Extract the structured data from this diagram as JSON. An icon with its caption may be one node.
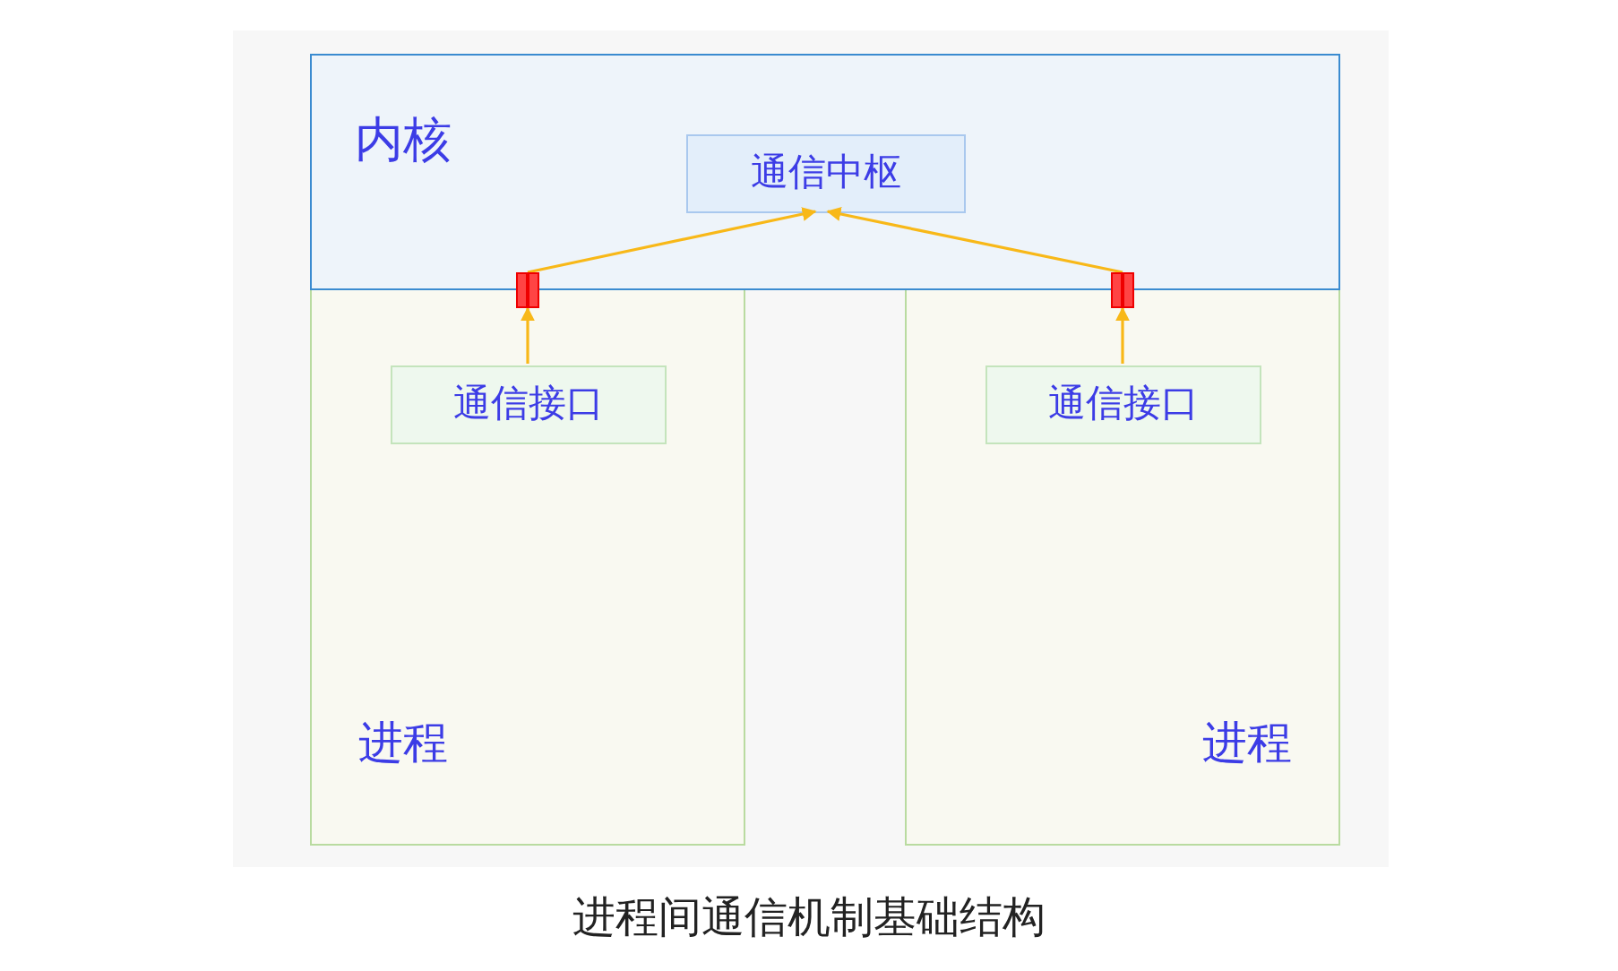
{
  "diagram": {
    "caption": "进程间通信机制基础结构",
    "nodes": [
      {
        "text": [
          "内核"
        ]
      },
      {
        "text": [
          "通信中枢"
        ],
        "in": 0
      },
      {
        "text": [
          "进程"
        ]
      },
      {
        "text": [
          "通信接口"
        ],
        "in": 2
      },
      {
        "text": [
          "进程"
        ]
      },
      {
        "text": [
          "通信接口"
        ],
        "in": 4
      },
      {
        "text": [],
        "shape": "box"
      },
      {
        "text": [],
        "shape": "box"
      }
    ],
    "edges": [
      {
        "from": 3,
        "to": 6,
        "arrow": "to"
      },
      {
        "from": 6,
        "to": 1,
        "arrow": "to"
      },
      {
        "from": 5,
        "to": 7,
        "arrow": "to"
      },
      {
        "from": 7,
        "to": 1,
        "arrow": "to"
      }
    ]
  }
}
